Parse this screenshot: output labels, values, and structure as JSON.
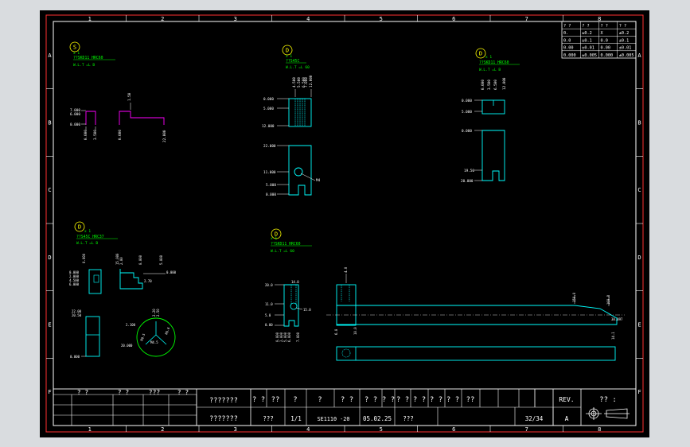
{
  "drawing": {
    "colors": {
      "frame": "#ff3030",
      "line": "#ffffff",
      "geometry": "#00ffff",
      "note": "#00ff00",
      "dimension": "#ffff00",
      "magenta": "#ff00ff",
      "background": "#000000",
      "window": "#d9dcdf"
    },
    "zone_columns": [
      "1",
      "2",
      "3",
      "4",
      "5",
      "6",
      "7",
      "8"
    ],
    "zone_rows": [
      "A",
      "B",
      "C",
      "D",
      "E",
      "F"
    ],
    "views": [
      {
        "id": "S",
        "label": "S",
        "scale": "x 1",
        "material": "??SKD11 HRC60",
        "note": "W.L.T =L B"
      },
      {
        "id": "D1",
        "label": "D",
        "scale": "x 1",
        "material": "??S45C",
        "note": "W.L.T =L 60"
      },
      {
        "id": "D2",
        "label": "D",
        "scale": "x 1",
        "material": "??SKD11 HRC60",
        "note": "W.L.T =L B"
      },
      {
        "id": "D3",
        "label": "D",
        "scale": "x 1",
        "material": "??S45C HRC37",
        "note": "W.L.T =L B"
      },
      {
        "id": "D4",
        "label": "D",
        "scale": "x 1",
        "material": "??SKD11 HRC60",
        "note": "W.L.T =L 60"
      }
    ],
    "dims": {
      "s1": [
        "7.000",
        "6.000",
        "0.000",
        "0.000",
        "3.500"
      ],
      "s2": [
        "1.50",
        "0.000",
        "22.000"
      ],
      "d1_top": [
        "0.000",
        "5.000",
        "12.000",
        "4.500",
        "5.500",
        "6.500",
        "7.000",
        "12.000"
      ],
      "d1_bot": [
        "22.000",
        "11.000",
        "5.000",
        "0.000",
        "M4"
      ],
      "d2_top": [
        "0.000",
        "5.000",
        "0.000",
        "3.500",
        "6.500",
        "12.000"
      ],
      "d2_bot": [
        "0.000",
        "19.50",
        "20.000"
      ],
      "d3_a": [
        "0.000",
        "0.000",
        "2.000",
        "4.500",
        "6.000",
        "0.000",
        "15.000",
        "2.00",
        "0.000",
        "5.000",
        "0.000",
        "2.70",
        "0.000"
      ],
      "d3_b": [
        "22.00",
        "20.50",
        "0.000",
        "2.100",
        "20.000",
        "2.20",
        "2.50",
        "R0.5",
        "M4.5",
        "R6.6"
      ],
      "d4": [
        "20.0",
        "11.0",
        "5.0",
        "0.00",
        "14.0",
        "15.0",
        "0.000",
        "2.000",
        "5.000",
        "6.000",
        "7.000"
      ],
      "rod": [
        "4.0",
        "6.0",
        "10.0",
        "150.0",
        "169.8",
        "38.097",
        "14.1"
      ]
    },
    "tolerance_table": [
      [
        "? ?",
        "? ?",
        "? ?",
        "? ?"
      ],
      [
        "0.",
        "±0.2",
        "X",
        "±0.2"
      ],
      [
        "0.0",
        "±0.1",
        "0.0",
        "±0.1"
      ],
      [
        "0.00",
        "±0.01",
        "0.00",
        "±0.01"
      ],
      [
        "0.000",
        "±0.005",
        "0.000",
        "±0.005"
      ]
    ],
    "title_block": {
      "left_headers": [
        "? ?",
        "? ?",
        "???",
        "? ?"
      ],
      "name_cells": [
        "???????",
        "???????"
      ],
      "row1": [
        "? ?",
        "??",
        "?",
        "?",
        "? ?",
        "? ?",
        "? ?",
        "? ?",
        "? ?",
        "? ?",
        "? ?",
        "??"
      ],
      "row2": [
        "???",
        "1/1",
        "SE1110 -20",
        "05.02.25",
        "???",
        "32/34"
      ],
      "rev_label": "REV.",
      "rev_value": "A",
      "proj_label": "?? :"
    }
  }
}
